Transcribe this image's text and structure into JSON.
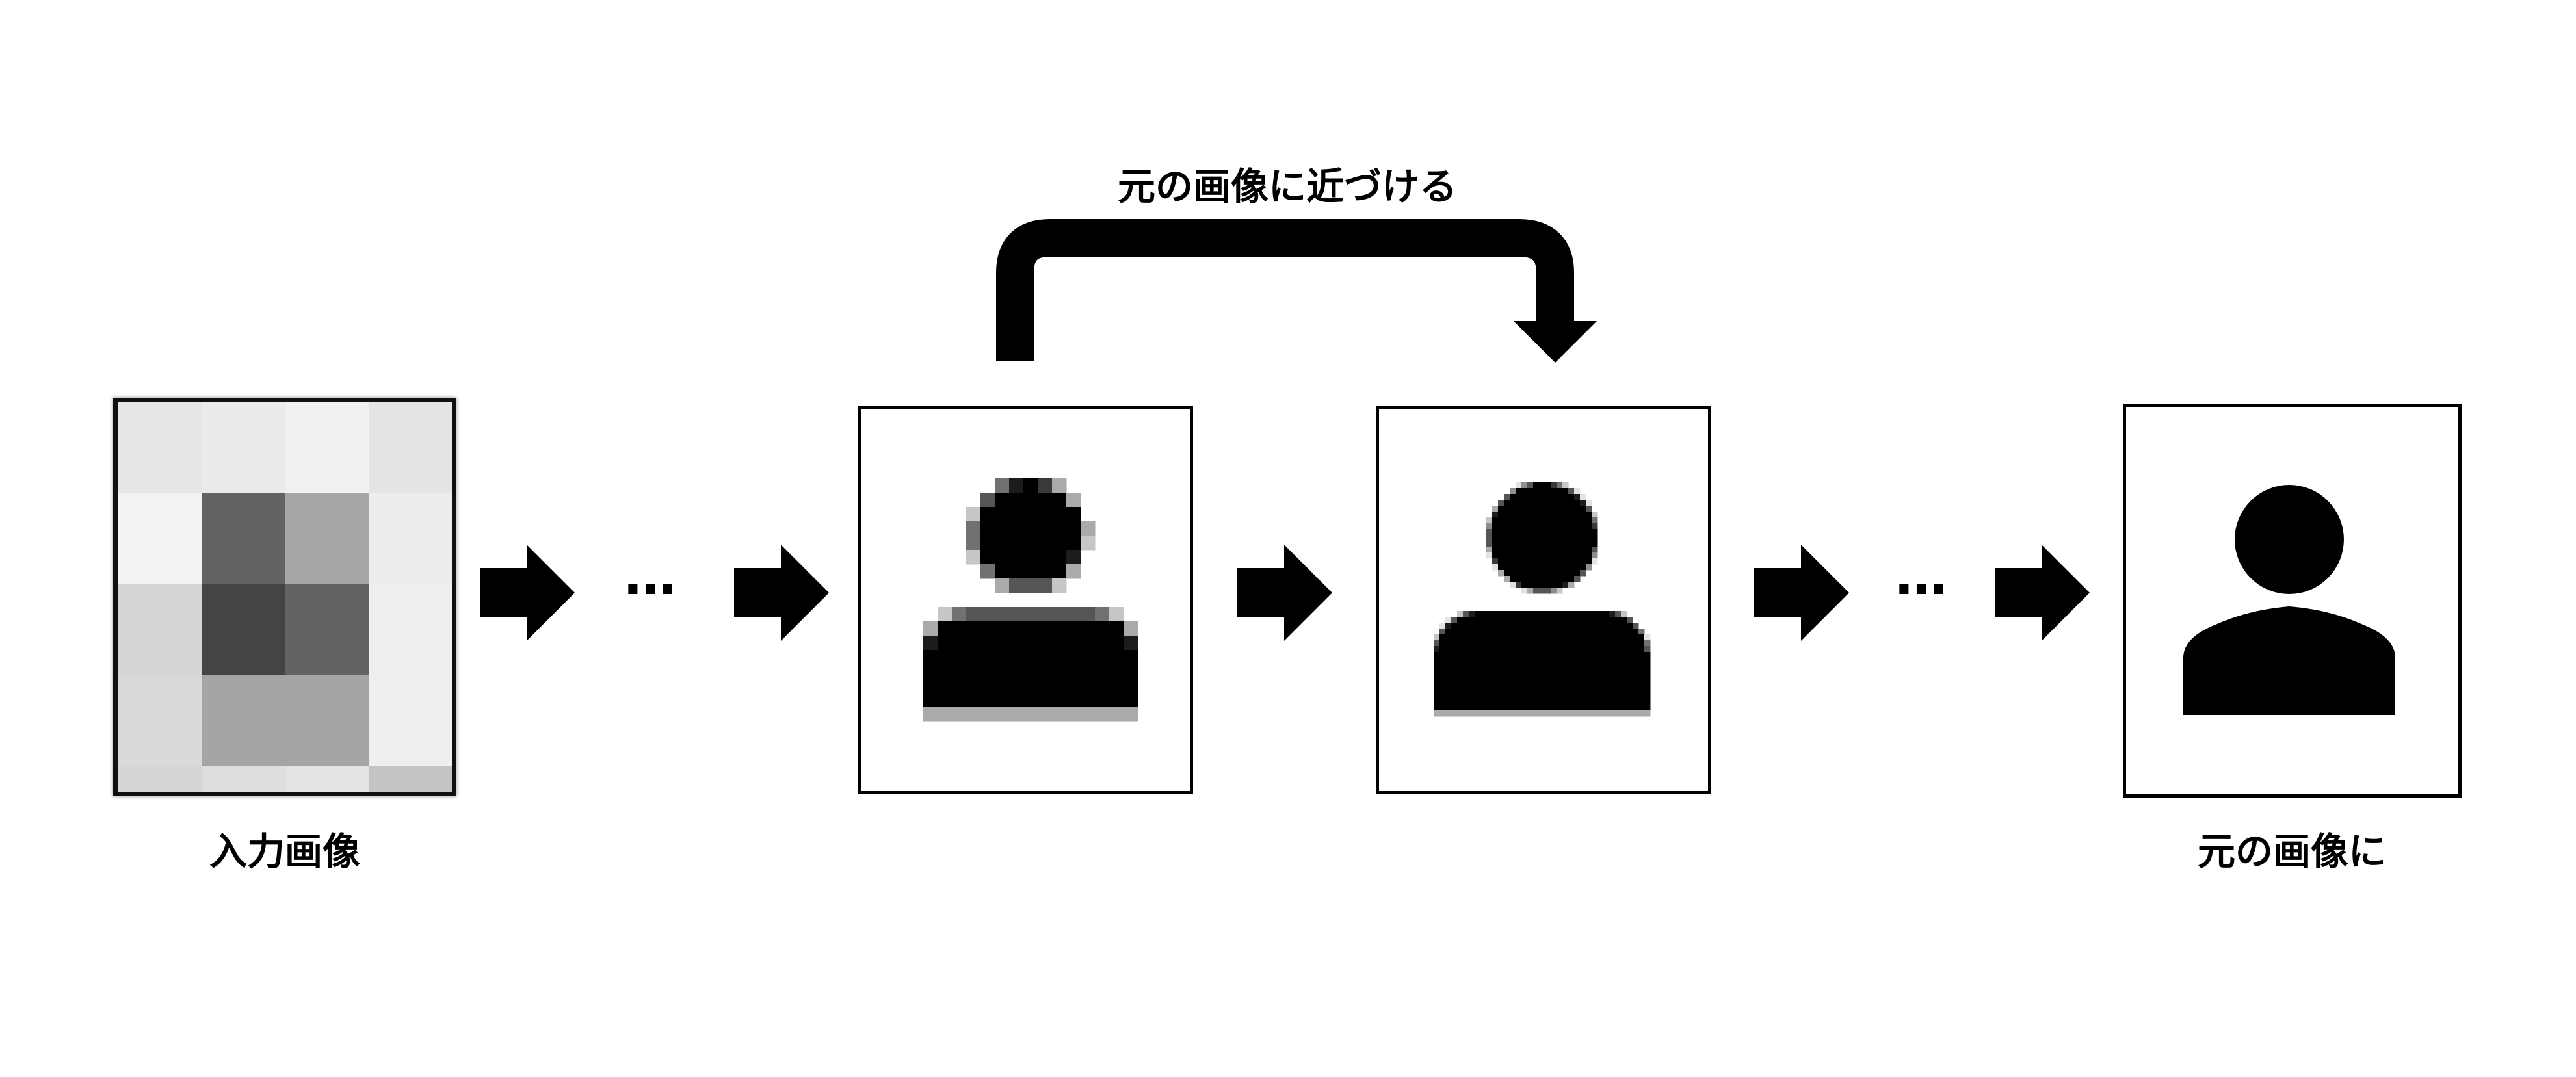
{
  "labels": {
    "input": "入力画像",
    "loop": "元の画像に近づける",
    "output": "元の画像に"
  },
  "ellipsis": "…",
  "colors": {
    "stroke": "#000000",
    "background": "#ffffff"
  },
  "input_image": {
    "grid_rows": 4,
    "grid_cols": 4,
    "gray_levels": [
      [
        "#e6e6e6",
        "#ebebeb",
        "#f1f1f1",
        "#e4e4e4"
      ],
      [
        "#f3f3f3",
        "#636363",
        "#a6a6a6",
        "#ededed"
      ],
      [
        "#d4d4d4",
        "#444444",
        "#636363",
        "#eeeeee"
      ],
      [
        "#d9d9d9",
        "#a5a5a5",
        "#a5a5a5",
        "#efefef"
      ]
    ]
  },
  "icons": [
    {
      "name": "person-icon-pixelated",
      "pixel_step": 22
    },
    {
      "name": "person-icon-less-pixelated",
      "pixel_step": 9
    },
    {
      "name": "person-icon-smooth",
      "pixel_step": 0
    }
  ]
}
